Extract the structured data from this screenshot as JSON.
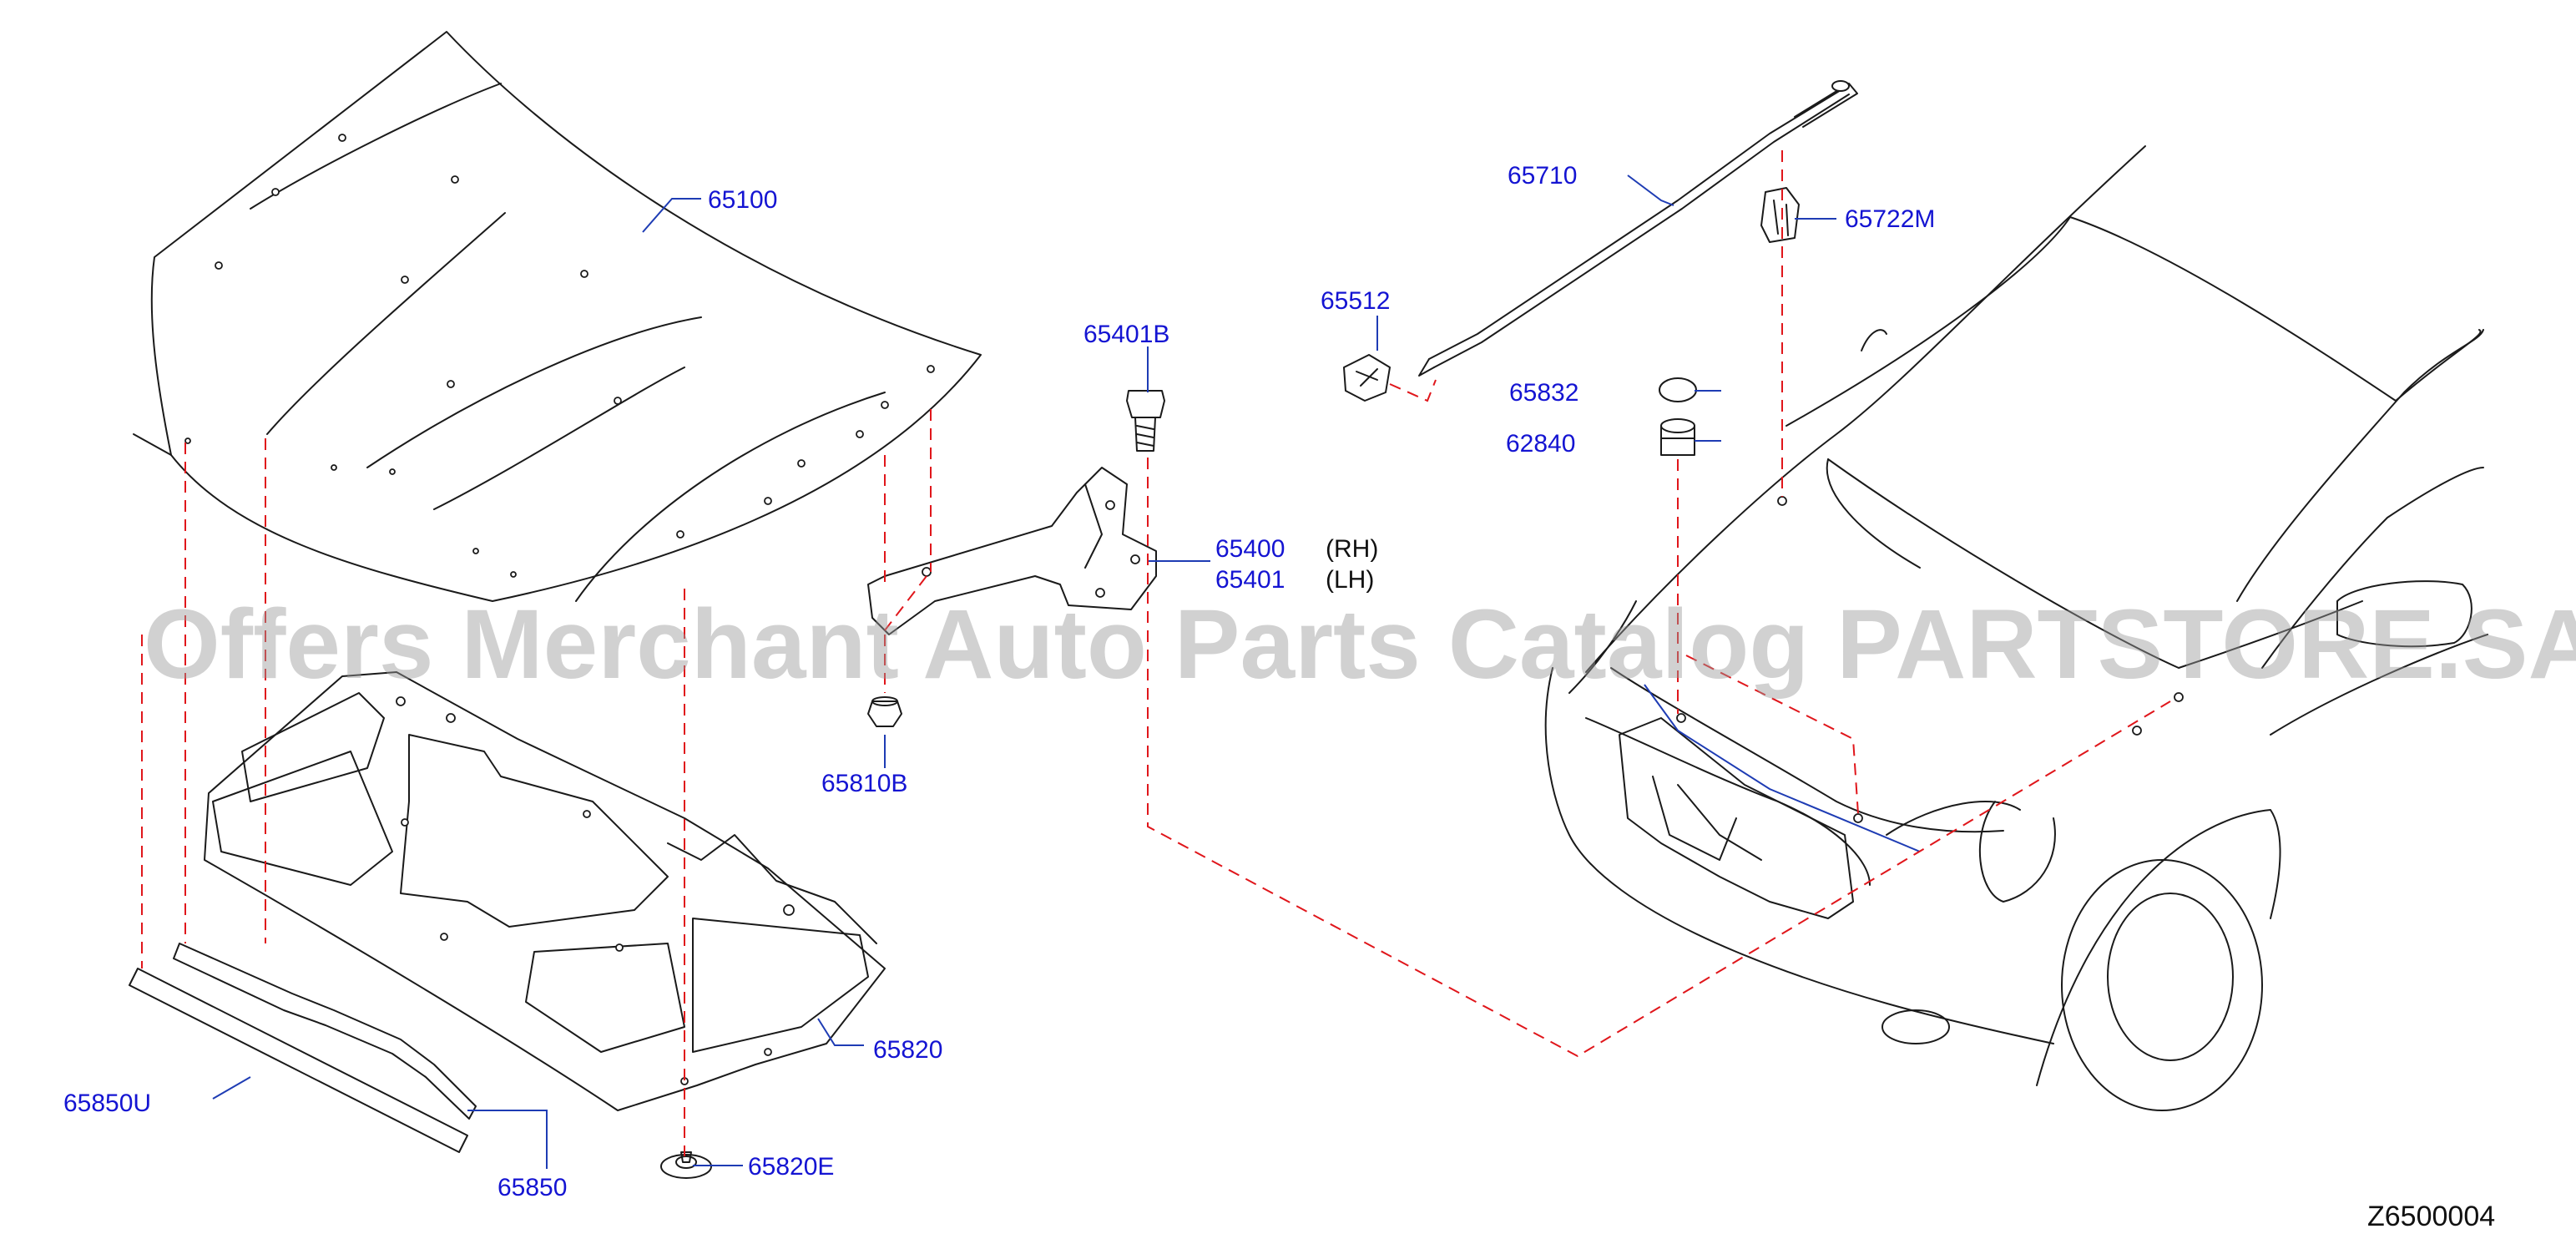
{
  "parts": {
    "hood": "65100",
    "hinge_bolt": "65401B",
    "hinge_rh": "65400",
    "hinge_lh": "65401",
    "hinge_nut": "65810B",
    "support_rod": "65710",
    "rod_holder": "65722M",
    "rod_grommet": "65512",
    "plug": "65832",
    "bumper_rubber": "62840",
    "insulator": "65820",
    "insulator_clip": "65820E",
    "seal": "65850",
    "seal_clip": "65850U"
  },
  "sides": {
    "rh": "(RH)",
    "lh": "(LH)"
  },
  "diagram_code": "Z6500004",
  "watermark": "Offers Merchant Auto Parts Catalog PARTSTORE.SA",
  "colors": {
    "callout": "#1414d2",
    "leader": "#1e3cb4",
    "dashed": "#e0161b",
    "line": "#1a1a1a"
  }
}
